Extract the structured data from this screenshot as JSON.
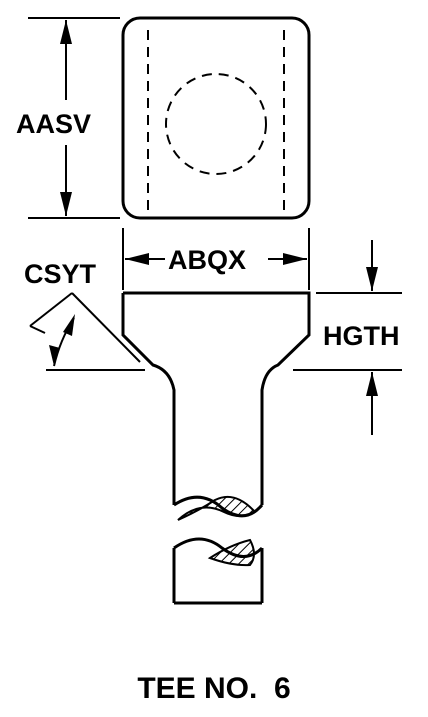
{
  "labels": {
    "aasv": "AASV",
    "abqx": "ABQX",
    "csyt": "CSYT",
    "hgth": "HGTH"
  },
  "caption": "TEE NO.  6",
  "icons": [
    "arrowhead",
    "hatch"
  ]
}
